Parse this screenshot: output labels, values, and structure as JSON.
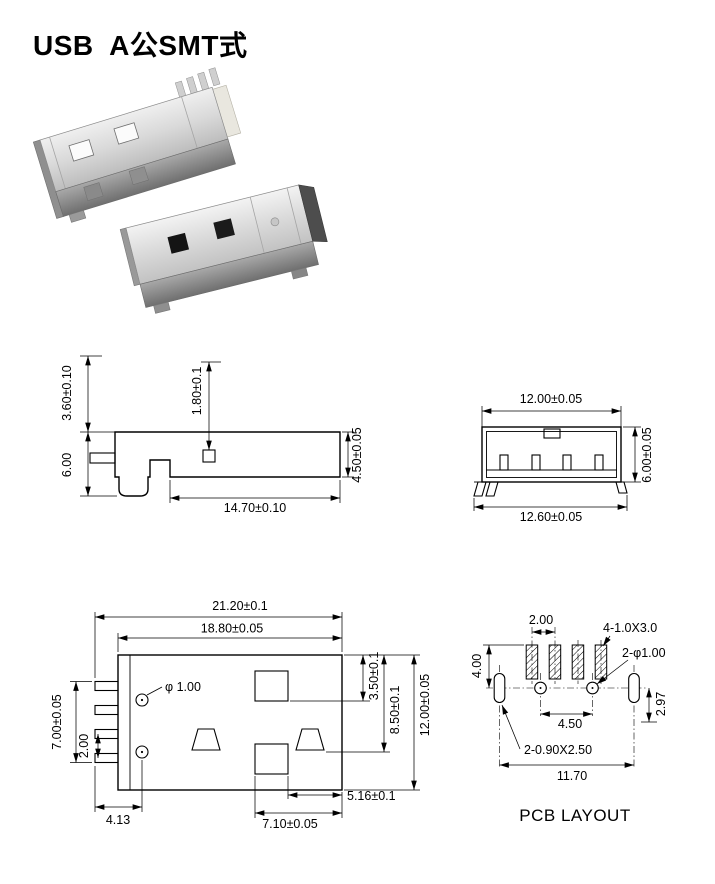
{
  "title": "USB  A公SMT式",
  "side_view": {
    "dim_top_height": "3.60±0.10",
    "dim_inner_height": "1.80±0.1",
    "dim_total_height": "6.00",
    "dim_shell_height": "4.50±0.05",
    "dim_length": "14.70±0.10"
  },
  "front_view": {
    "dim_width_top": "12.00±0.05",
    "dim_height": "6.00±0.05",
    "dim_width_bottom": "12.60±0.05"
  },
  "top_view": {
    "dim_total_length": "21.20±0.1",
    "dim_shell_length": "18.80±0.05",
    "dim_pin_span": "7.00±0.05",
    "dim_pin_pitch": "2.00",
    "dim_hole": "φ 1.00",
    "dim_right_1": "3.50±0.1",
    "dim_right_2": "8.50±0.1",
    "dim_width": "12.00±0.05",
    "dim_bottom_left": "4.13",
    "dim_bottom_mid": "7.10±0.05",
    "dim_bottom_right": "5.16±0.1"
  },
  "pcb_layout": {
    "dim_pad_pitch": "2.00",
    "label_pads": "4-1.0X3.0",
    "label_holes": "2-φ1.00",
    "dim_pad_to_center": "4.00",
    "dim_right_v": "2.97",
    "dim_hole_spacing": "4.50",
    "label_slots": "2-0.90X2.50",
    "dim_total_width": "11.70",
    "caption": "PCB LAYOUT"
  }
}
